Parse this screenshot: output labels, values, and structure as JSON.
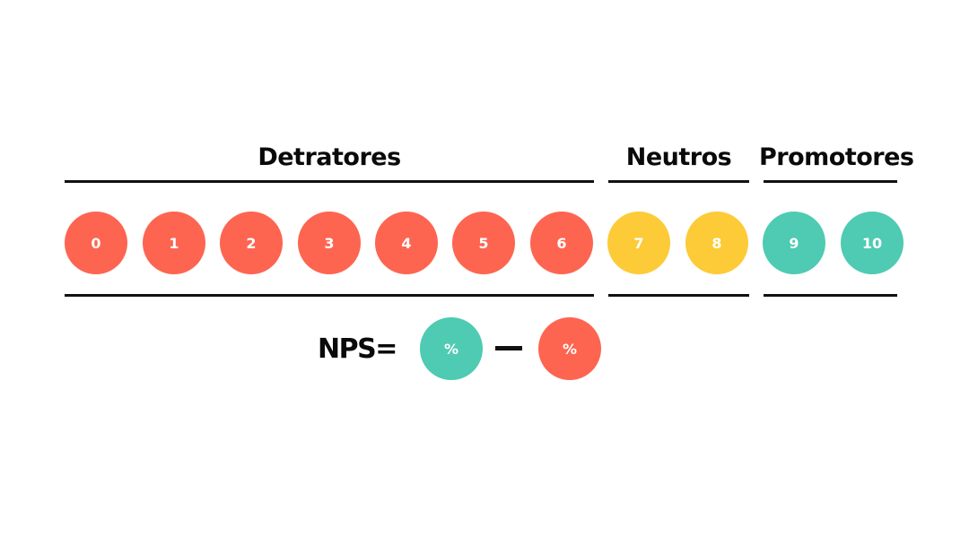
{
  "groups": {
    "detractors": {
      "label": "Detratores",
      "color": "#fd6551"
    },
    "passives": {
      "label": "Neutros",
      "color": "#fdcb38"
    },
    "promoters": {
      "label": "Promotores",
      "color": "#4ecbb2"
    }
  },
  "scale": [
    {
      "value": "0",
      "group": "detractors"
    },
    {
      "value": "1",
      "group": "detractors"
    },
    {
      "value": "2",
      "group": "detractors"
    },
    {
      "value": "3",
      "group": "detractors"
    },
    {
      "value": "4",
      "group": "detractors"
    },
    {
      "value": "5",
      "group": "detractors"
    },
    {
      "value": "6",
      "group": "detractors"
    },
    {
      "value": "7",
      "group": "passives"
    },
    {
      "value": "8",
      "group": "passives"
    },
    {
      "value": "9",
      "group": "promoters"
    },
    {
      "value": "10",
      "group": "promoters"
    }
  ],
  "formula": {
    "label": "NPS=",
    "promoters_symbol": "%",
    "detractors_symbol": "%"
  }
}
